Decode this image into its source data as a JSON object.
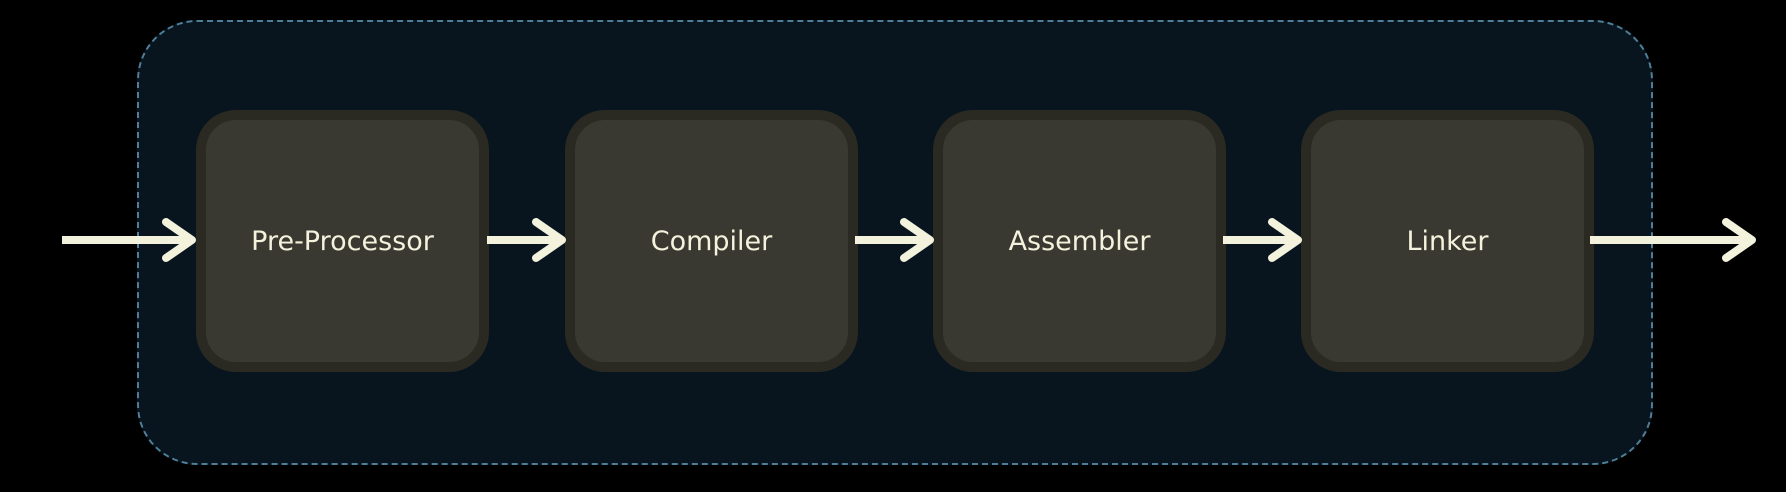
{
  "diagram": {
    "title": "Compilation pipeline",
    "stages": [
      {
        "label": "Pre-Processor"
      },
      {
        "label": "Compiler"
      },
      {
        "label": "Assembler"
      },
      {
        "label": "Linker"
      }
    ],
    "colors": {
      "background": "#000000",
      "container": "#08151f",
      "container_border": "#4f7f98",
      "stage_fill": "#3a3931",
      "stage_border": "#2a2a22",
      "arrow": "#f3f2dc",
      "text": "#f3f2dc"
    }
  }
}
